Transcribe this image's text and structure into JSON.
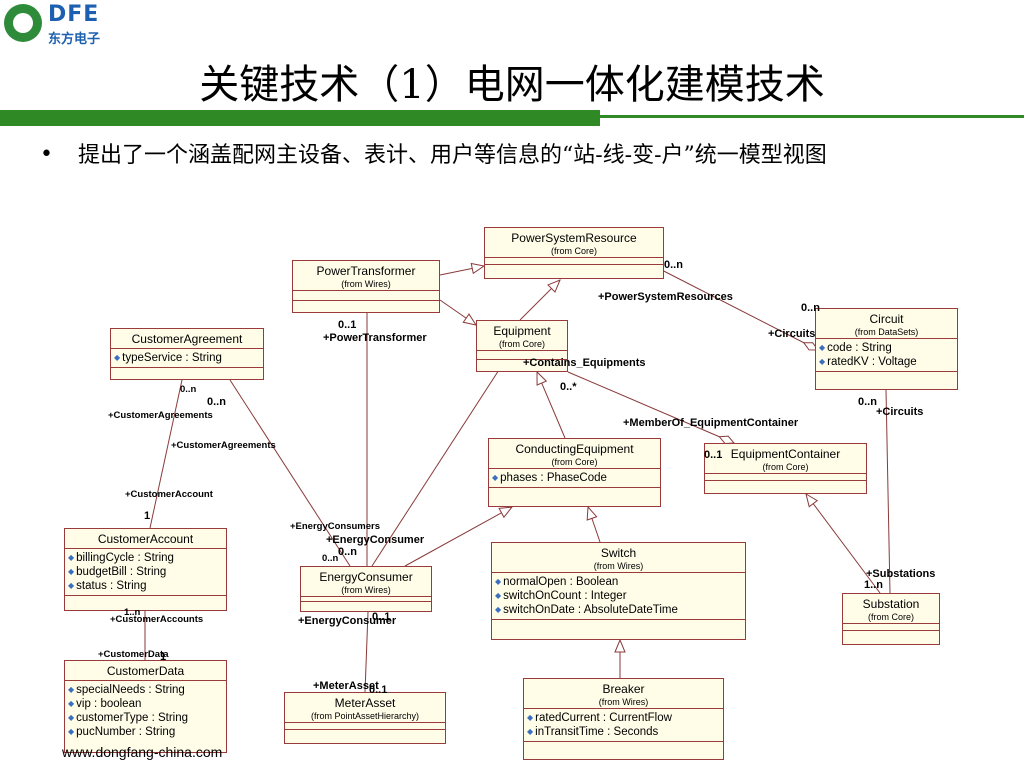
{
  "logo": {
    "en": "DFE",
    "cn": "东方电子"
  },
  "slide": {
    "title": "关键技术（1）电网一体化建模技术",
    "bullet": "提出了一个涵盖配网主设备、表计、用户等信息的“站-线-变-户”统一模型视图",
    "footer": "www.dongfang-china.com"
  },
  "classes": {
    "psr": {
      "name": "PowerSystemResource",
      "from": "(from Core)"
    },
    "ptr": {
      "name": "PowerTransformer",
      "from": "(from Wires)"
    },
    "equip": {
      "name": "Equipment",
      "from": "(from Core)"
    },
    "circuit": {
      "name": "Circuit",
      "from": "(from DataSets)",
      "attrs": [
        "code : String",
        "ratedKV : Voltage"
      ]
    },
    "custagr": {
      "name": "CustomerAgreement",
      "attrs": [
        "typeService : String"
      ]
    },
    "condeq": {
      "name": "ConductingEquipment",
      "from": "(from Core)",
      "attrs": [
        "phases : PhaseCode"
      ]
    },
    "eqcont": {
      "name": "EquipmentContainer",
      "from": "(from Core)"
    },
    "custacc": {
      "name": "CustomerAccount",
      "attrs": [
        "billingCycle : String",
        "budgetBill : String",
        "status : String"
      ]
    },
    "energy": {
      "name": "EnergyConsumer",
      "from": "(from Wires)"
    },
    "switch": {
      "name": "Switch",
      "from": "(from Wires)",
      "attrs": [
        "normalOpen : Boolean",
        "switchOnCount : Integer",
        "switchOnDate : AbsoluteDateTime"
      ]
    },
    "substation": {
      "name": "Substation",
      "from": "(from Core)"
    },
    "custdata": {
      "name": "CustomerData",
      "attrs": [
        "specialNeeds : String",
        "vip : boolean",
        "customerType : String",
        "pucNumber : String"
      ]
    },
    "meter": {
      "name": "MeterAsset",
      "from": "(from PointAssetHierarchy)"
    },
    "breaker": {
      "name": "Breaker",
      "from": "(from Wires)",
      "attrs": [
        "ratedCurrent : CurrentFlow",
        "inTransitTime : Seconds"
      ]
    }
  },
  "labels": {
    "l1": "0..n",
    "l2": "+PowerSystemResources",
    "l3": "0..n",
    "l4": "+Circuits",
    "l5": "0..1",
    "l6": "+PowerTransformer",
    "l7": "+Contains_Equipments",
    "l8": "0..*",
    "l9": "0..n",
    "l10": "0..n",
    "l11": "+CustomerAgreements",
    "l12": "+CustomerAgreements",
    "l13": "+MemberOf_EquipmentContainer",
    "l14": "0..1",
    "l15": "0..n",
    "l16": "+Circuits",
    "l17": "+CustomerAccount",
    "l18": "1",
    "l19": "+EnergyConsumers",
    "l20": "+EnergyConsumer",
    "l21": "0..n",
    "l22": "0..n",
    "l23": "+Substations",
    "l24": "1..n",
    "l25": "1..n",
    "l26": "+CustomerAccounts",
    "l27": "+EnergyConsumer",
    "l28": "0..1",
    "l29": "+CustomerData",
    "l30": "1",
    "l31": "+MeterAsset",
    "l32": "0..1"
  },
  "colors": {
    "brand_green": "#2f8a26",
    "class_border": "#9a3a3a",
    "class_fill": "#fffde8",
    "attr_icon": "#3a6fc0"
  }
}
